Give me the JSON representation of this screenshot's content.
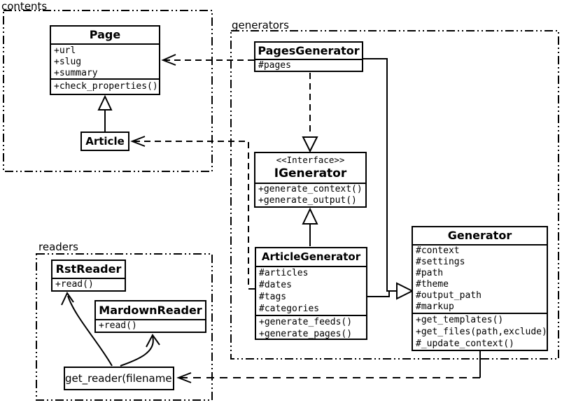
{
  "packages": {
    "contents": {
      "label": "contents"
    },
    "generators": {
      "label": "generators"
    },
    "readers": {
      "label": "readers"
    }
  },
  "classes": {
    "page": {
      "name": "Page",
      "attributes": [
        "+url",
        "+slug",
        "+summary"
      ],
      "methods": [
        "+check_properties()"
      ]
    },
    "article": {
      "name": "Article"
    },
    "pages_generator": {
      "name": "PagesGenerator",
      "attributes": [
        "#pages"
      ]
    },
    "igenerator": {
      "stereotype": "<<Interface>>",
      "name": "IGenerator",
      "methods": [
        "+generate_context()",
        "+generate_output()"
      ]
    },
    "article_generator": {
      "name": "ArticleGenerator",
      "attributes": [
        "#articles",
        "#dates",
        "#tags",
        "#categories"
      ],
      "methods": [
        "+generate_feeds()",
        "+generate_pages()"
      ]
    },
    "generator": {
      "name": "Generator",
      "attributes": [
        "#context",
        "#settings",
        "#path",
        "#theme",
        "#output_path",
        "#markup"
      ],
      "methods": [
        "+get_templates()",
        "+get_files(path,exclude)",
        "#_update_context()"
      ]
    },
    "rst_reader": {
      "name": "RstReader",
      "methods": [
        "+read()"
      ]
    },
    "markdown_reader": {
      "name": "MardownReader",
      "methods": [
        "+read()"
      ]
    },
    "get_reader": {
      "label": "get_reader(filename)"
    }
  },
  "relationships": [
    {
      "from": "Article",
      "to": "Page",
      "type": "generalization"
    },
    {
      "from": "PagesGenerator",
      "to": "Page",
      "type": "dependency"
    },
    {
      "from": "ArticleGenerator",
      "to": "Article",
      "type": "dependency"
    },
    {
      "from": "PagesGenerator",
      "to": "IGenerator",
      "type": "realization"
    },
    {
      "from": "ArticleGenerator",
      "to": "IGenerator",
      "type": "generalization"
    },
    {
      "from": "PagesGenerator",
      "to": "Generator",
      "type": "generalization"
    },
    {
      "from": "ArticleGenerator",
      "to": "Generator",
      "type": "generalization"
    },
    {
      "from": "Generator",
      "to": "get_reader(filename)",
      "type": "dependency"
    },
    {
      "from": "get_reader(filename)",
      "to": "RstReader",
      "type": "arrow"
    },
    {
      "from": "get_reader(filename)",
      "to": "MardownReader",
      "type": "arrow"
    }
  ],
  "colors": {
    "line": "#000000",
    "background": "#ffffff",
    "box_fill": "#ffffff"
  }
}
